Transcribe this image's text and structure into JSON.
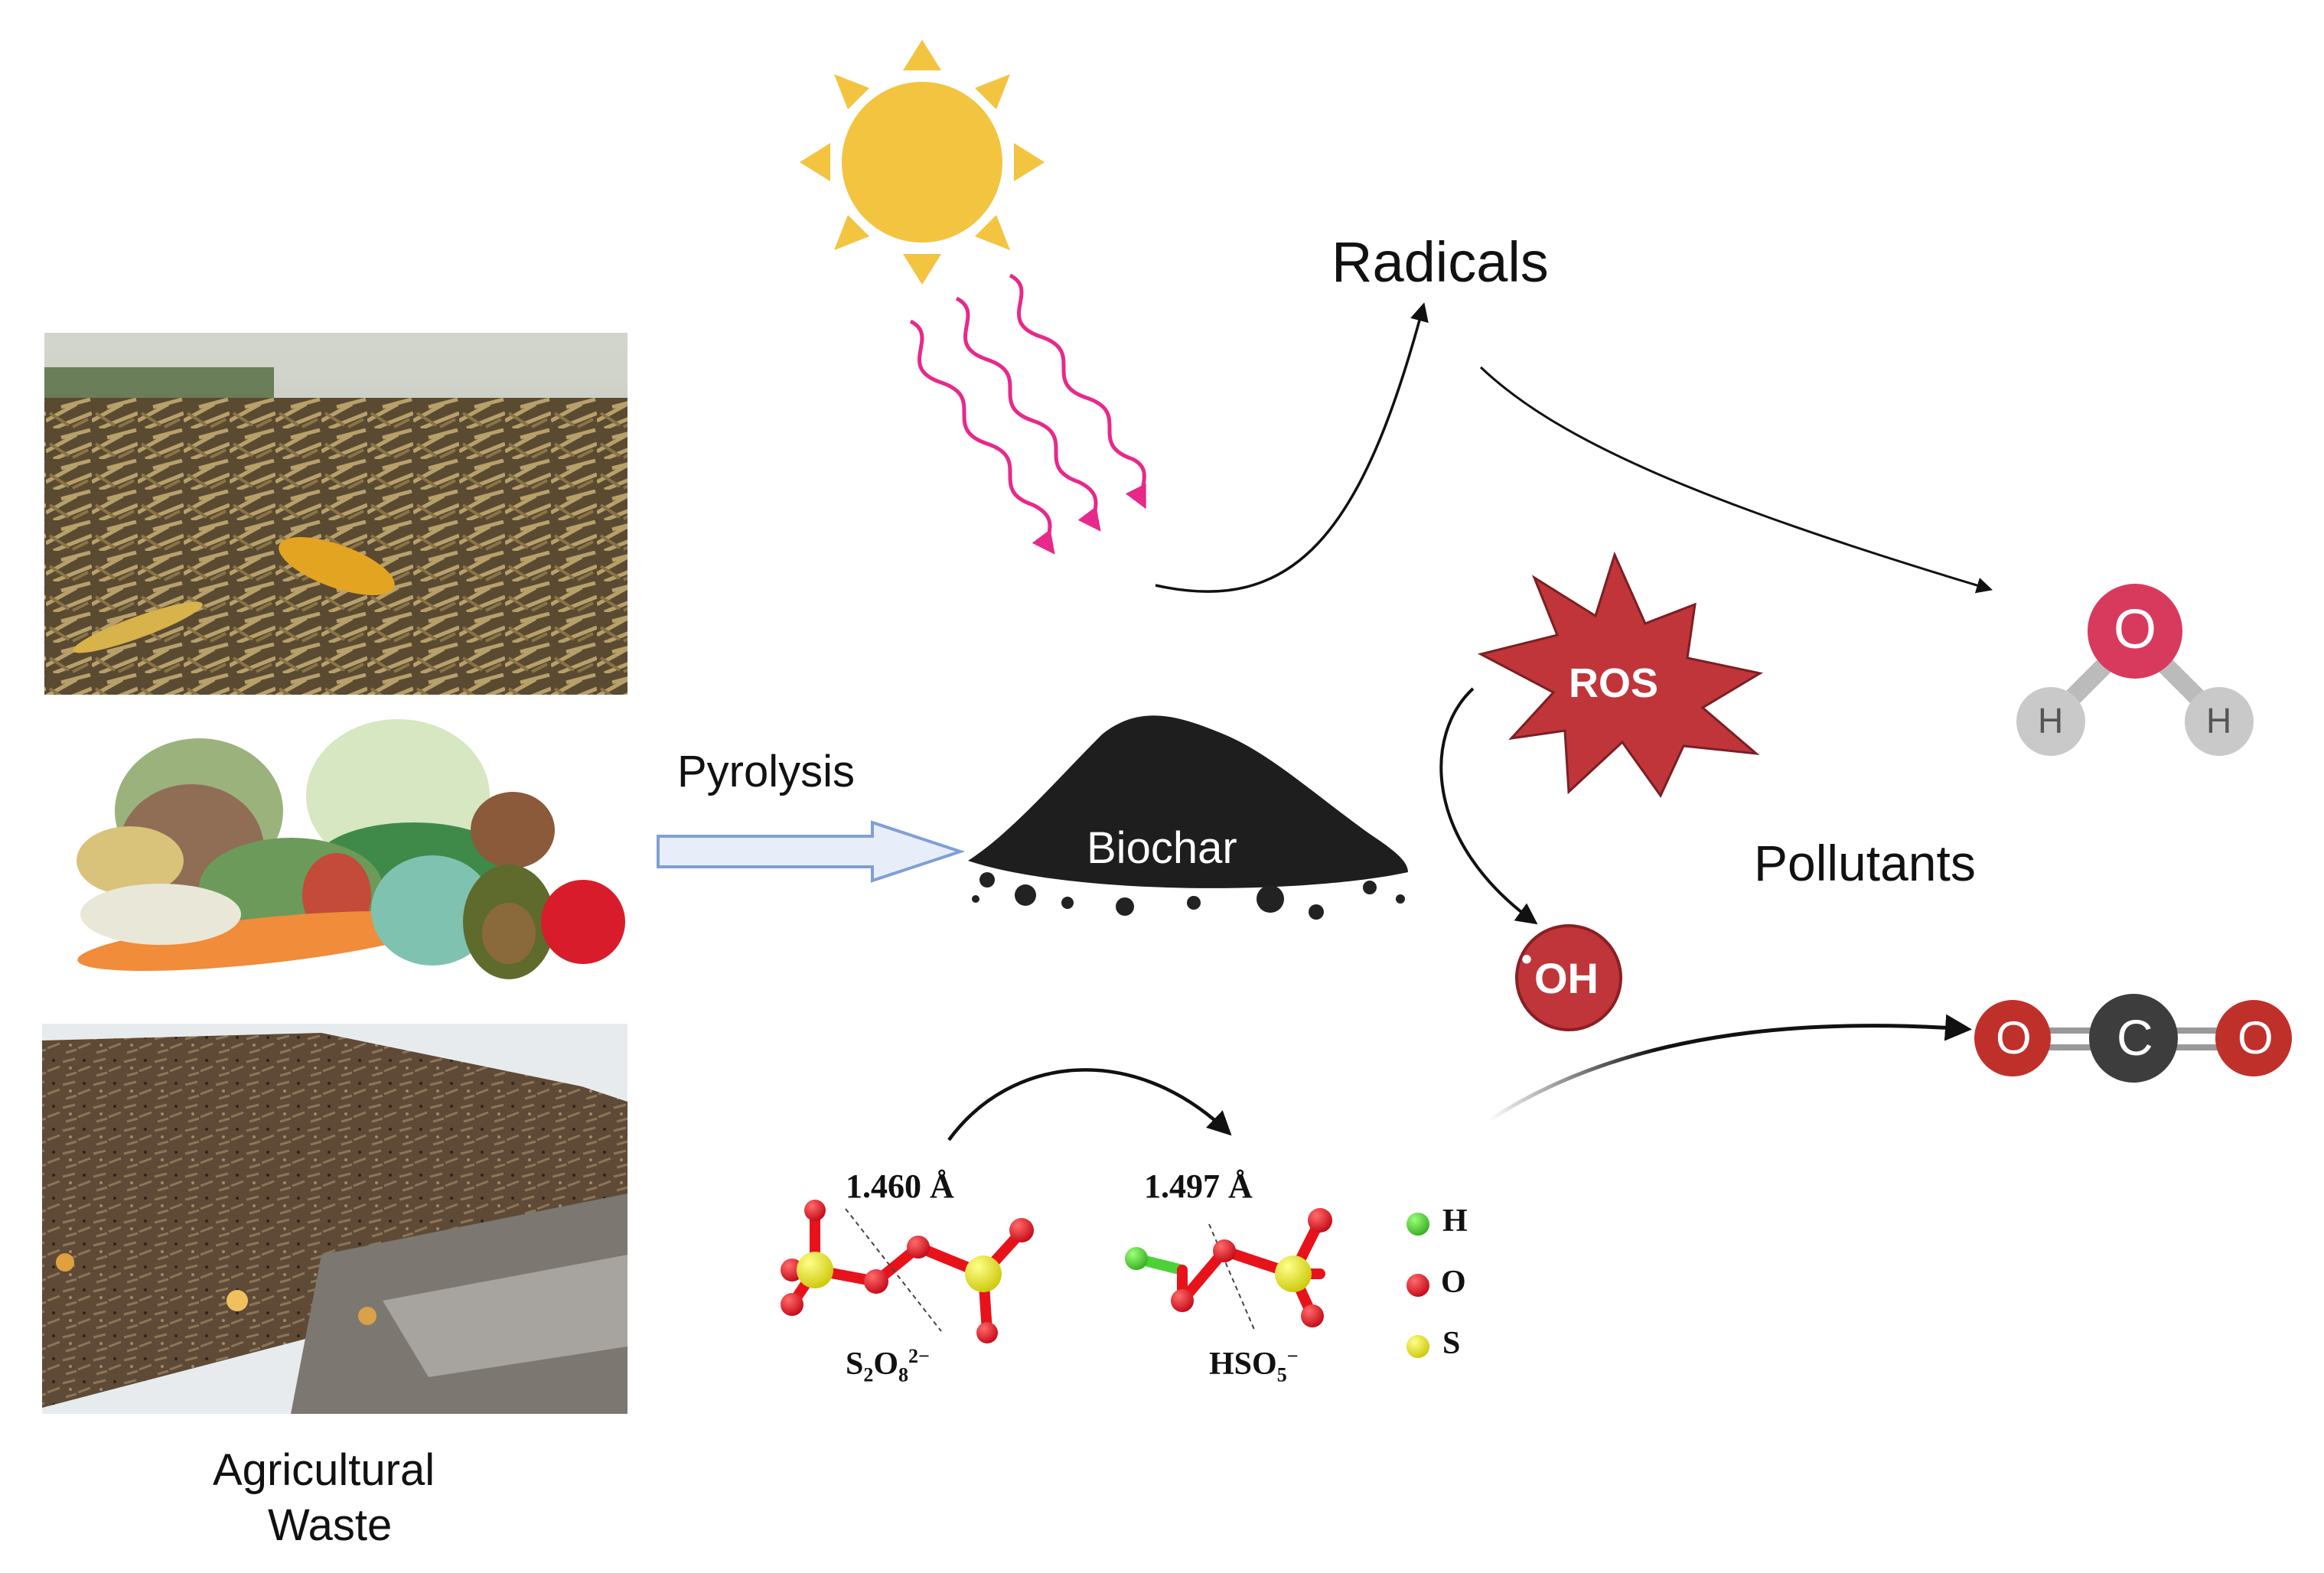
{
  "labels": {
    "radicals": "Radicals",
    "pyrolysis": "Pyrolysis",
    "biochar": "Biochar",
    "ros": "ROS",
    "oh_radical": "OH",
    "oh_dot": "•",
    "pollutants": "Pollutants",
    "agri_line1": "Agricultural",
    "agri_line2": "Waste"
  },
  "molecules": {
    "water": {
      "o": "O",
      "h1": "H",
      "h2": "H"
    },
    "co2": {
      "o1": "O",
      "c": "C",
      "o2": "O"
    },
    "persulfate": {
      "bond": "1.460 Å",
      "formula_main": "S",
      "sub1": "2",
      "o": "O",
      "sub2": "8",
      "charge": "2−"
    },
    "peroxymonosulfate": {
      "bond": "1.497 Å",
      "formula_main": "HSO",
      "sub": "5",
      "charge": "−"
    }
  },
  "legend": [
    {
      "symbol": "H",
      "color": "#4cd137"
    },
    {
      "symbol": "O",
      "color": "#e8121b"
    },
    {
      "symbol": "S",
      "color": "#e6e21a"
    }
  ],
  "colors": {
    "sun": "#f2c440",
    "rays": "#e8288a",
    "ros": "#c0353a",
    "water_o": "#d83a5e",
    "co2_o": "#c0302b",
    "co2_c": "#3d3d3d",
    "arrow_fill": "#e8eef9",
    "arrow_stroke": "#7f9fd6"
  }
}
